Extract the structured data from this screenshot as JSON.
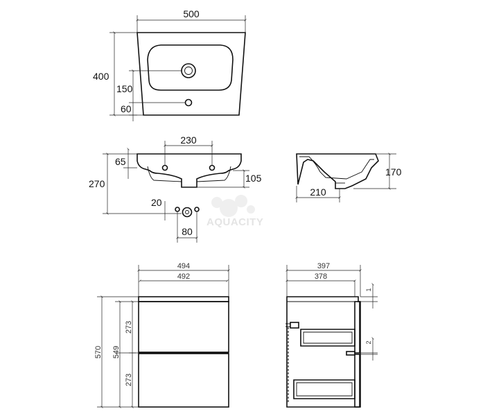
{
  "basin": {
    "top_view": {
      "width": "500",
      "depth": "400",
      "to_drain": "150",
      "to_tap_hole": "60"
    },
    "front_view": {
      "hole_spacing": "230",
      "height": "270",
      "rim": "65",
      "outlet_height": "105",
      "outlet_offset": "20",
      "outlet_spacing": "80"
    },
    "side_view": {
      "depth": "210",
      "height": "170"
    }
  },
  "cabinet": {
    "front_view": {
      "outer_width": "494",
      "inner_width": "492",
      "total_height": "570",
      "body_height": "549",
      "drawer_top": "273",
      "drawer_bottom": "273"
    },
    "side_view": {
      "outer_depth": "397",
      "inner_depth": "378",
      "gap_top": "1",
      "gap_drawer": "2"
    }
  },
  "watermark": "AQUACITY"
}
